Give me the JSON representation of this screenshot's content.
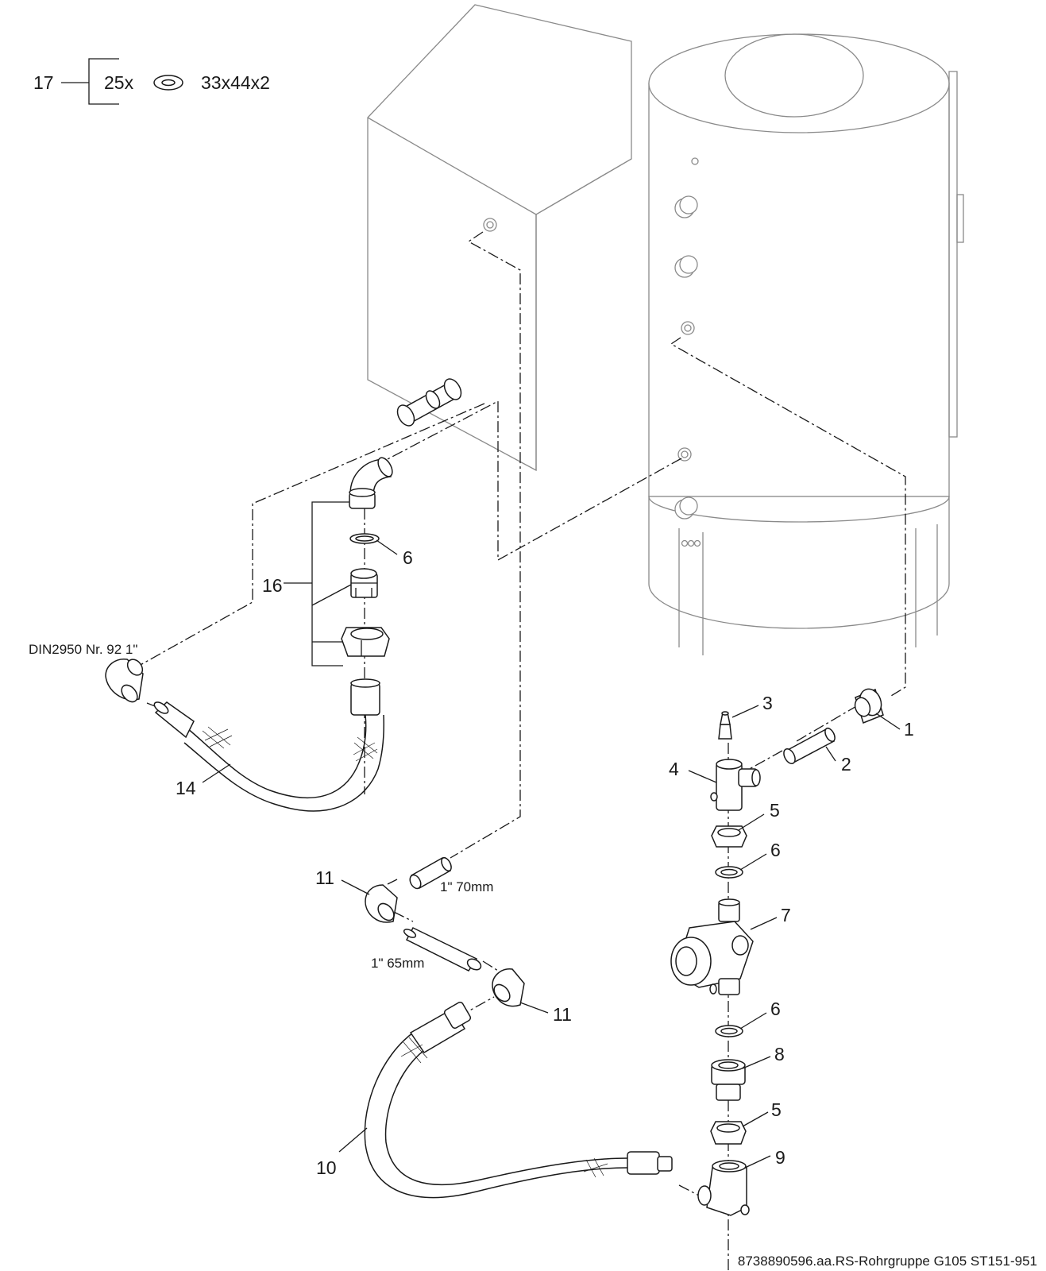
{
  "header": {
    "item_number": "17",
    "quantity": "25x",
    "gasket_size": "33x44x2"
  },
  "callouts": [
    {
      "id": "c1",
      "text": "1"
    },
    {
      "id": "c2",
      "text": "2"
    },
    {
      "id": "c3",
      "text": "3"
    },
    {
      "id": "c4",
      "text": "4"
    },
    {
      "id": "c5a",
      "text": "5"
    },
    {
      "id": "c6a",
      "text": "6"
    },
    {
      "id": "c7",
      "text": "7"
    },
    {
      "id": "c6b",
      "text": "6"
    },
    {
      "id": "c8",
      "text": "8"
    },
    {
      "id": "c5b",
      "text": "5"
    },
    {
      "id": "c9",
      "text": "9"
    },
    {
      "id": "c10",
      "text": "10"
    },
    {
      "id": "c11a",
      "text": "11"
    },
    {
      "id": "c11b",
      "text": "11"
    },
    {
      "id": "c14",
      "text": "14"
    },
    {
      "id": "c16",
      "text": "16"
    },
    {
      "id": "c6c",
      "text": "6"
    }
  ],
  "notes": {
    "elbow_norm": "DIN2950 Nr. 92 1\"",
    "nipple_70": "1\" 70mm",
    "nipple_65": "1\" 65mm"
  },
  "footer": {
    "drawing_id": "8738890596.aa.RS-Rohrgruppe G105 ST151-951"
  }
}
